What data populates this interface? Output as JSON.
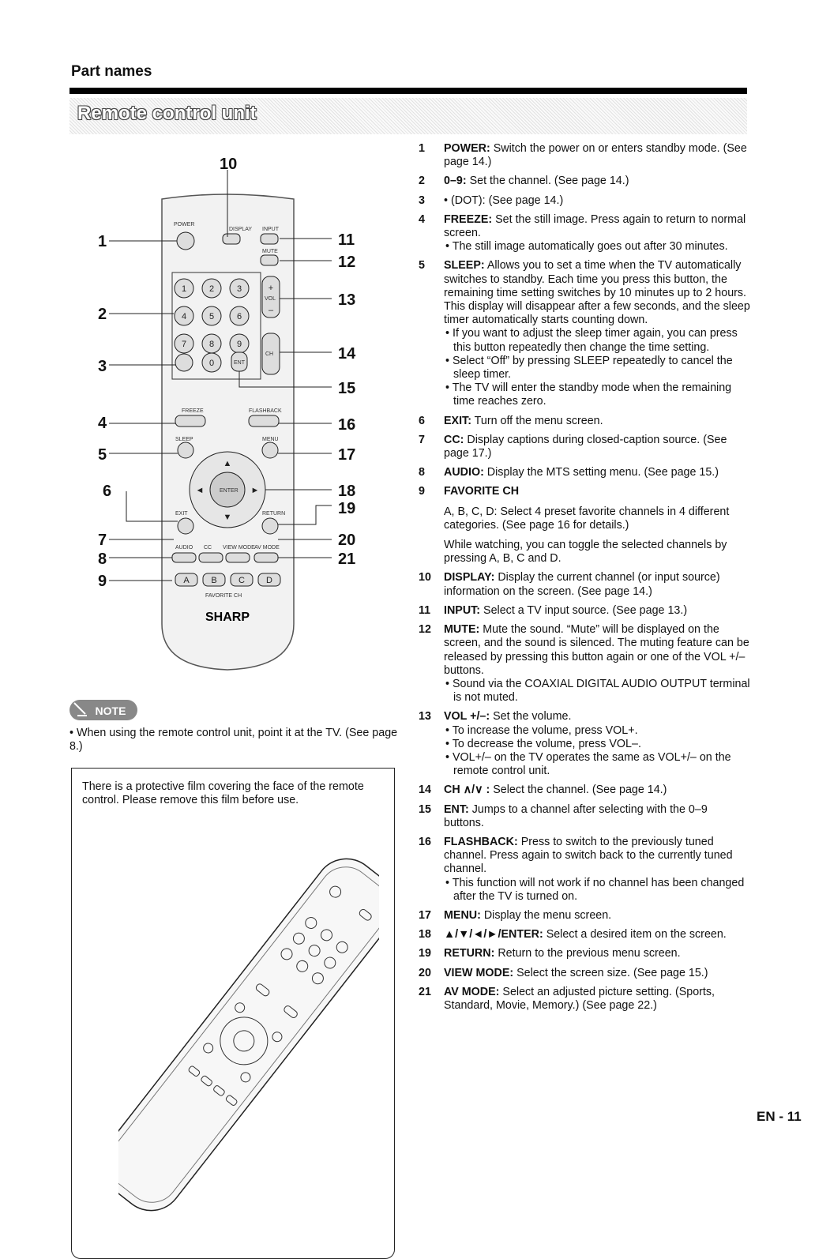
{
  "header": {
    "section": "Part names",
    "title": "Remote control unit"
  },
  "remote": {
    "labels": [
      "10",
      "1",
      "2",
      "3",
      "4",
      "5",
      "6",
      "7",
      "8",
      "9",
      "11",
      "12",
      "13",
      "14",
      "15",
      "16",
      "17",
      "18",
      "19",
      "20",
      "21"
    ],
    "brand": "SHARP",
    "button_labels": {
      "power": "POWER",
      "display": "DISPLAY",
      "input": "INPUT",
      "mute": "MUTE",
      "freeze": "FREEZE",
      "flashback": "FLASHBACK",
      "sleep": "SLEEP",
      "menu": "MENU",
      "exit": "EXIT",
      "return": "RETURN",
      "audio": "AUDIO",
      "cc": "CC",
      "viewmode": "VIEW MODE",
      "avmode": "AV MODE",
      "favorite": "FAVORITE CH",
      "enter": "ENTER",
      "ent": "ENT",
      "vol": "VOL",
      "ch": "CH",
      "digits": [
        "1",
        "2",
        "3",
        "4",
        "5",
        "6",
        "7",
        "8",
        "9",
        "0"
      ],
      "fav": [
        "A",
        "B",
        "C",
        "D"
      ]
    }
  },
  "note": {
    "badge": "NOTE",
    "text": "• When using the remote control unit, point it at the TV. (See page 8.)",
    "film": "There is a protective film covering the face of the remote control. Please remove this film before use."
  },
  "items": [
    {
      "n": "1",
      "k": "POWER:",
      "t": " Switch the power on or enters standby mode. (See page 14.)"
    },
    {
      "n": "2",
      "k": "0–9:",
      "t": " Set the channel. (See page 14.)"
    },
    {
      "n": "3",
      "k": "",
      "t": "• (DOT): (See page 14.)"
    },
    {
      "n": "4",
      "k": "FREEZE:",
      "t": " Set the still image. Press again to return to normal screen.",
      "subs": [
        "• The still image automatically goes out after 30 minutes."
      ]
    },
    {
      "n": "5",
      "k": "SLEEP:",
      "t": " Allows you to set a time when the TV automatically switches to standby. Each time you press this button, the remaining time setting switches by 10 minutes up to 2 hours. This display will disappear after a few seconds, and the sleep timer automatically starts counting down.",
      "subs": [
        "• If you want to adjust the sleep timer again, you can press this button repeatedly then change the time setting.",
        "• Select “Off” by pressing SLEEP repeatedly to cancel the sleep timer.",
        "• The TV will enter the standby mode when the remaining time reaches zero."
      ]
    },
    {
      "n": "6",
      "k": "EXIT:",
      "t": " Turn off the menu screen."
    },
    {
      "n": "7",
      "k": "CC:",
      "t": " Display captions during closed-caption source. (See page 17.)"
    },
    {
      "n": "8",
      "k": "AUDIO:",
      "t": " Display the MTS setting menu. (See page 15.)"
    },
    {
      "n": "9",
      "k": "FAVORITE CH",
      "t": "",
      "paras": [
        "A, B, C, D: Select 4 preset favorite channels in 4 different categories. (See page 16 for details.)",
        "While watching, you can toggle the selected channels by pressing A, B, C and D."
      ]
    },
    {
      "n": "10",
      "k": "DISPLAY:",
      "t": " Display the current channel (or input source) information on the screen. (See page 14.)"
    },
    {
      "n": "11",
      "k": "INPUT:",
      "t": " Select a TV input source. (See page 13.)"
    },
    {
      "n": "12",
      "k": "MUTE:",
      "t": " Mute the sound. “Mute” will be displayed on the screen, and the sound is silenced. The muting feature can be released by pressing this button again or one of the VOL +/– buttons.",
      "subs": [
        "• Sound via the COAXIAL DIGITAL AUDIO OUTPUT terminal is not muted."
      ]
    },
    {
      "n": "13",
      "k": "VOL +/–:",
      "t": " Set the volume.",
      "subs": [
        "• To increase the volume, press VOL+.",
        "• To decrease the volume, press VOL–.",
        "• VOL+/– on the TV operates the same as VOL+/– on the remote control unit."
      ]
    },
    {
      "n": "14",
      "k": "CH ∧/∨ :",
      "t": " Select the channel. (See page 14.)"
    },
    {
      "n": "15",
      "k": "ENT:",
      "t": " Jumps to a channel after selecting with the 0–9 buttons."
    },
    {
      "n": "16",
      "k": "FLASHBACK:",
      "t": " Press to switch to the previously tuned channel. Press again to switch back to the currently tuned channel.",
      "subs": [
        "• This function will not work if no channel has been changed after the TV is turned on."
      ]
    },
    {
      "n": "17",
      "k": "MENU:",
      "t": " Display the menu screen."
    },
    {
      "n": "18",
      "k": "▲/▼/◄/►/ENTER:",
      "t": " Select a desired item on the screen."
    },
    {
      "n": "19",
      "k": "RETURN:",
      "t": " Return to the previous menu screen."
    },
    {
      "n": "20",
      "k": "VIEW MODE:",
      "t": " Select the screen size. (See page 15.)"
    },
    {
      "n": "21",
      "k": "AV MODE:",
      "t": " Select an adjusted picture setting. (Sports, Standard, Movie, Memory.) (See page 22.)"
    }
  ],
  "footer": {
    "page": "EN - 11"
  }
}
